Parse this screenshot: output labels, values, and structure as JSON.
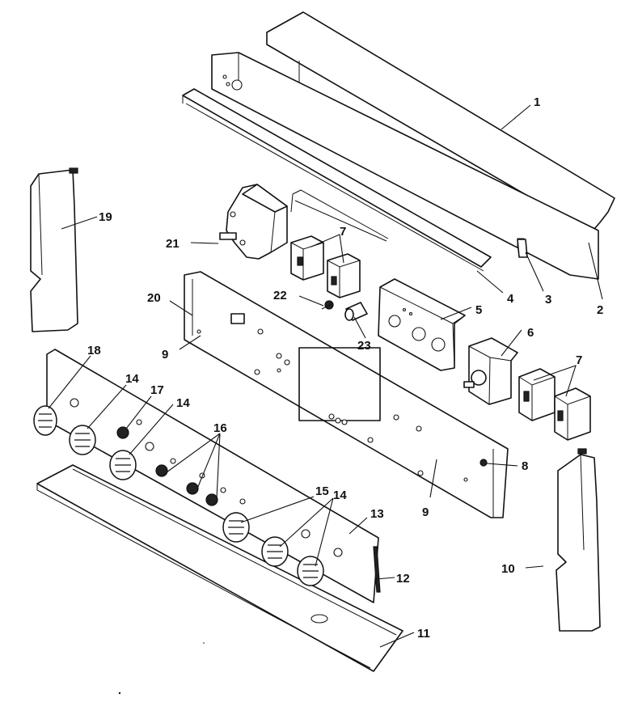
{
  "diagram": {
    "callouts": {
      "c1": "1",
      "c2": "2",
      "c3": "3",
      "c4": "4",
      "c5": "5",
      "c6": "6",
      "c7a": "7",
      "c7b": "7",
      "c8": "8",
      "c9a": "9",
      "c9b": "9",
      "c10": "10",
      "c11": "11",
      "c12": "12",
      "c13": "13",
      "c14a": "14",
      "c14b": "14",
      "c14c": "14",
      "c15": "15",
      "c16": "16",
      "c17": "17",
      "c18": "18",
      "c19": "19",
      "c20": "20",
      "c21": "21",
      "c22": "22",
      "c23": "23"
    }
  }
}
